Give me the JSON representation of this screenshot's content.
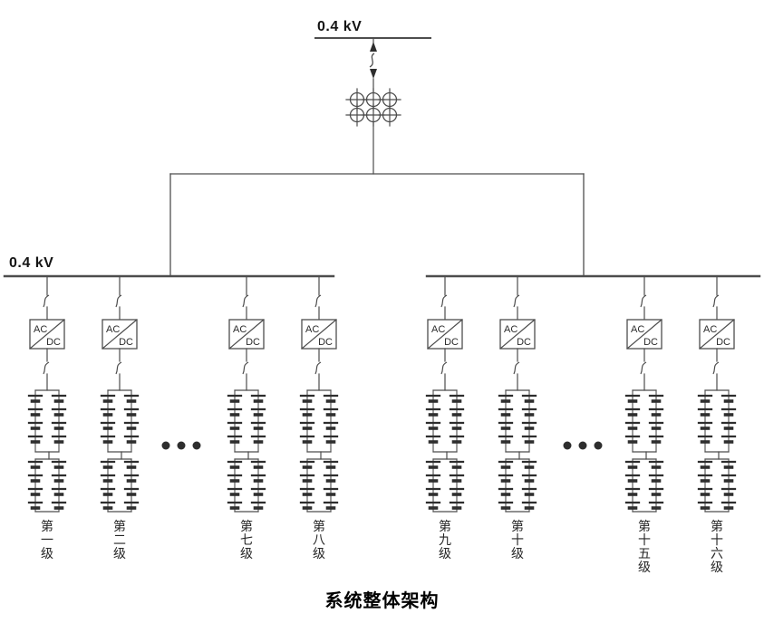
{
  "title": "系统整体架构",
  "top_bus": {
    "label": "0.4 kV"
  },
  "main_bus": {
    "label": "0.4 kV"
  },
  "converter": {
    "top_label": "AC",
    "bottom_label": "DC"
  },
  "ellipsis": "•••",
  "stages": [
    {
      "id": 1,
      "label": "第一级",
      "group": "left"
    },
    {
      "id": 2,
      "label": "第二级",
      "group": "left"
    },
    {
      "id": 7,
      "label": "第七级",
      "group": "left"
    },
    {
      "id": 8,
      "label": "第八级",
      "group": "left"
    },
    {
      "id": 9,
      "label": "第九级",
      "group": "right"
    },
    {
      "id": 10,
      "label": "第十级",
      "group": "right"
    },
    {
      "id": 15,
      "label": "第十五级",
      "group": "right"
    },
    {
      "id": 16,
      "label": "第十六级",
      "group": "right"
    }
  ],
  "battery": {
    "parallel_strings": 2,
    "cells_per_string": 8
  },
  "colors": {
    "line": "#4d4d4d",
    "plate": "#2e2e2e",
    "text": "#2b2b2b",
    "title": "#000000",
    "background": "#ffffff"
  }
}
